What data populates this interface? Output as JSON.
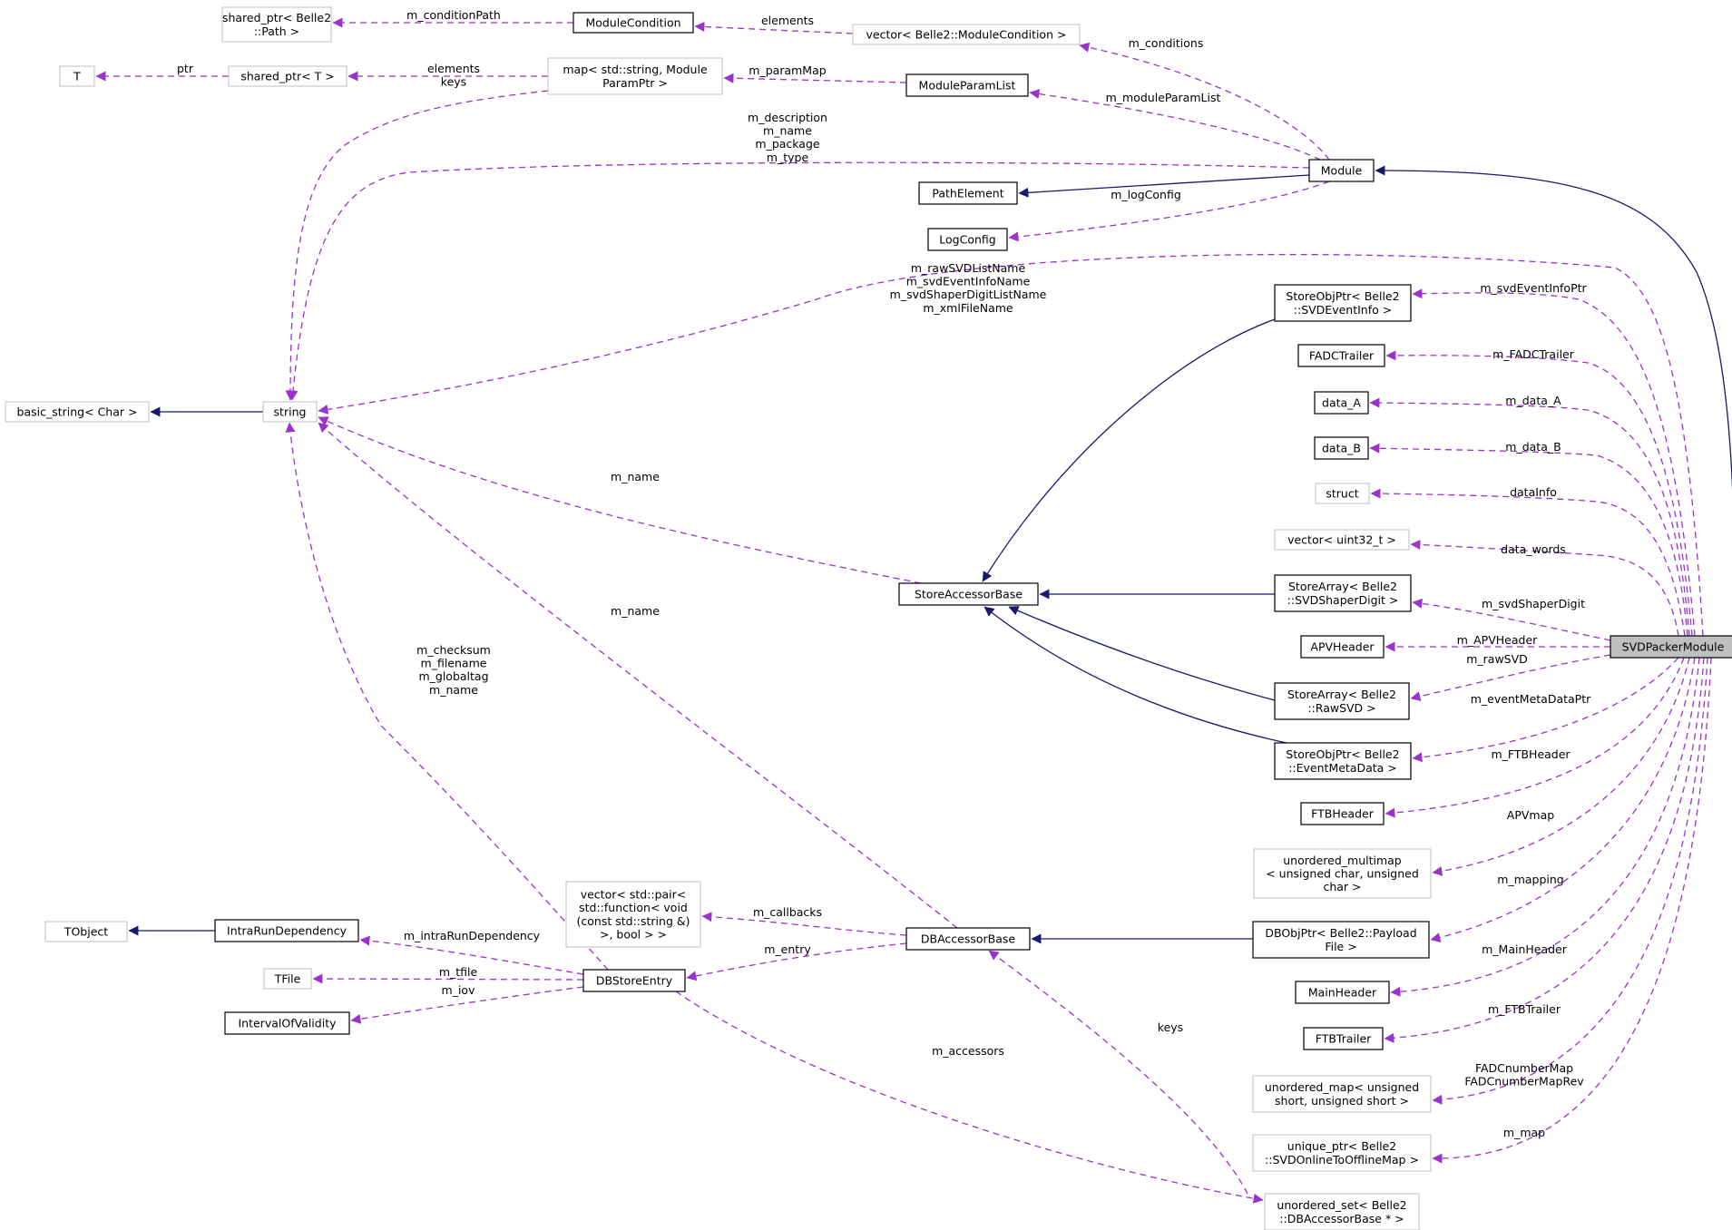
{
  "nodes": {
    "shared_ptr_path": [
      "shared_ptr< Belle2",
      "::Path >"
    ],
    "module_condition": [
      "ModuleCondition"
    ],
    "vector_module_condition": [
      "vector< Belle2::ModuleCondition >"
    ],
    "T": [
      "T"
    ],
    "shared_ptr_T": [
      "shared_ptr< T >"
    ],
    "map_param": [
      "map< std::string, Module",
      "ParamPtr >"
    ],
    "module_param_list": [
      "ModuleParamList"
    ],
    "module": [
      "Module"
    ],
    "path_element": [
      "PathElement"
    ],
    "log_config": [
      "LogConfig"
    ],
    "basic_string": [
      "basic_string< Char >"
    ],
    "string": [
      "string"
    ],
    "store_obj_ptr_event_info": [
      "StoreObjPtr< Belle2",
      "::SVDEventInfo >"
    ],
    "fadc_trailer": [
      "FADCTrailer"
    ],
    "data_a": [
      "data_A"
    ],
    "data_b": [
      "data_B"
    ],
    "struct": [
      "struct"
    ],
    "vector_uint32": [
      "vector< uint32_t >"
    ],
    "store_array_shaper": [
      "StoreArray< Belle2",
      "::SVDShaperDigit >"
    ],
    "store_accessor_base": [
      "StoreAccessorBase"
    ],
    "apv_header": [
      "APVHeader"
    ],
    "svd_packer_module": [
      "SVDPackerModule"
    ],
    "store_array_raw": [
      "StoreArray< Belle2",
      "::RawSVD >"
    ],
    "store_obj_ptr_meta": [
      "StoreObjPtr< Belle2",
      "::EventMetaData >"
    ],
    "ftb_header": [
      "FTBHeader"
    ],
    "unordered_multimap": [
      "unordered_multimap",
      "< unsigned char, unsigned",
      "char >"
    ],
    "tobject": [
      "TObject"
    ],
    "intra_run": [
      "IntraRunDependency"
    ],
    "vector_pair": [
      "vector< std::pair<",
      "std::function< void",
      "(const std::string &)",
      ">, bool > >"
    ],
    "db_accessor_base": [
      "DBAccessorBase"
    ],
    "db_obj_ptr": [
      "DBObjPtr< Belle2::Payload",
      "File >"
    ],
    "tfile": [
      "TFile"
    ],
    "db_store_entry": [
      "DBStoreEntry"
    ],
    "main_header": [
      "MainHeader"
    ],
    "interval_validity": [
      "IntervalOfValidity"
    ],
    "ftb_trailer": [
      "FTBTrailer"
    ],
    "unordered_map": [
      "unordered_map< unsigned",
      "short, unsigned short >"
    ],
    "unique_ptr": [
      "unique_ptr< Belle2",
      "::SVDOnlineToOfflineMap >"
    ],
    "unordered_set": [
      "unordered_set< Belle2",
      "::DBAccessorBase * >"
    ]
  },
  "edge_labels": {
    "m_conditionPath": [
      "m_conditionPath"
    ],
    "elements_vec": [
      "elements"
    ],
    "m_conditions": [
      "m_conditions"
    ],
    "ptr": [
      "ptr"
    ],
    "elements_keys": [
      "elements",
      "keys"
    ],
    "m_paramMap": [
      "m_paramMap"
    ],
    "m_moduleParamList": [
      "m_moduleParamList"
    ],
    "module_strings": [
      "m_description",
      "m_name",
      "m_package",
      "m_type"
    ],
    "m_logConfig": [
      "m_logConfig"
    ],
    "packer_strings": [
      "m_rawSVDListName",
      "m_svdEventInfoName",
      "m_svdShaperDigitListName",
      "m_xmlFileName"
    ],
    "m_svdEventInfoPtr": [
      "m_svdEventInfoPtr"
    ],
    "m_FADCTrailer": [
      "m_FADCTrailer"
    ],
    "m_data_A": [
      "m_data_A"
    ],
    "m_data_B": [
      "m_data_B"
    ],
    "dataInfo": [
      "dataInfo"
    ],
    "m_name_sab": [
      "m_name"
    ],
    "data_words": [
      "data_words"
    ],
    "m_name_dab": [
      "m_name"
    ],
    "m_svdShaperDigit": [
      "m_svdShaperDigit"
    ],
    "m_APVHeader": [
      "m_APVHeader"
    ],
    "m_rawSVD": [
      "m_rawSVD"
    ],
    "dbentry_strings": [
      "m_checksum",
      "m_filename",
      "m_globaltag",
      "m_name"
    ],
    "m_eventMetaDataPtr": [
      "m_eventMetaDataPtr"
    ],
    "m_FTBHeader": [
      "m_FTBHeader"
    ],
    "APVmap": [
      "APVmap"
    ],
    "m_mapping": [
      "m_mapping"
    ],
    "m_callbacks": [
      "m_callbacks"
    ],
    "m_intraRunDependency": [
      "m_intraRunDependency"
    ],
    "m_entry": [
      "m_entry"
    ],
    "m_MainHeader": [
      "m_MainHeader"
    ],
    "m_tfile": [
      "m_tfile"
    ],
    "m_iov": [
      "m_iov"
    ],
    "keys_set": [
      "keys"
    ],
    "m_FTBTrailer": [
      "m_FTBTrailer"
    ],
    "m_accessors": [
      "m_accessors"
    ],
    "FADCnumberMap": [
      "FADCnumberMap",
      "FADCnumberMapRev"
    ],
    "m_map": [
      "m_map"
    ]
  },
  "colors": {
    "inheritance_edge": "#191970",
    "usage_edge": "#9a32cd",
    "focus_fill": "#bfbfbf",
    "documented_border": "#000000",
    "external_border": "#bfbfbf"
  }
}
